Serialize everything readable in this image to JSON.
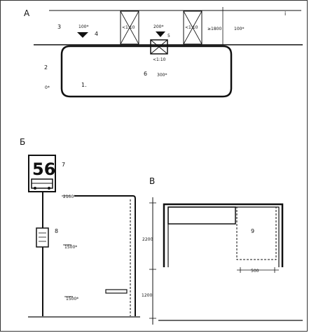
{
  "section_a": {
    "letter": "А",
    "labels": {
      "n3": "3",
      "n4": "4",
      "n2": "2",
      "n1": "1.",
      "n6": "6",
      "n5": "5",
      "ni": "i",
      "v100a": "100*",
      "v200": "200*",
      "v300": "300*",
      "v1800": "≥1800",
      "v100b": "100*",
      "v0": "0*",
      "slope_left": "<1:10",
      "slope_right": "<1:10",
      "slope_bottom": "<1:10"
    }
  },
  "section_b": {
    "letter": "Б",
    "sign_number": "56",
    "labels": {
      "n7": "7",
      "n8": "8",
      "h2100": "2100*",
      "h1500a": "1500*",
      "h1500b": "1500*"
    }
  },
  "section_v": {
    "letter": "В",
    "labels": {
      "n9": "9",
      "h2200": "2200",
      "h1200": "1200",
      "w500": "500"
    }
  }
}
